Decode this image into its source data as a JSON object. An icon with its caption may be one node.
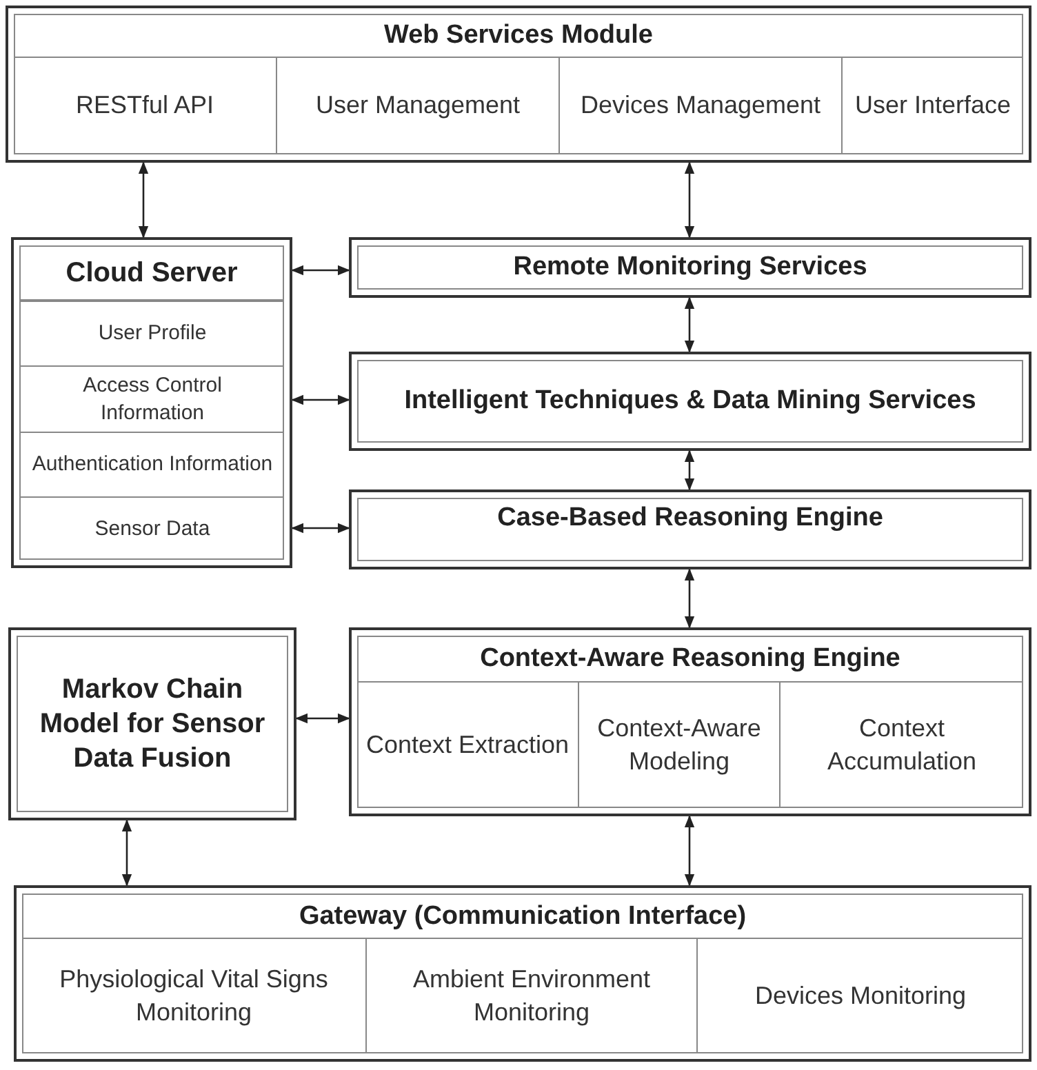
{
  "diagram": {
    "nodes": [
      {
        "text": [
          "Web Services Module"
        ]
      },
      {
        "text": [
          "RESTful API"
        ],
        "in": 0
      },
      {
        "text": [
          "User Management"
        ],
        "in": 0
      },
      {
        "text": [
          "Devices Management"
        ],
        "in": 0
      },
      {
        "text": [
          "User Interface"
        ],
        "in": 0
      },
      {
        "text": [
          "Cloud Server"
        ]
      },
      {
        "text": [
          "User Profile"
        ],
        "in": 5
      },
      {
        "text": [
          "Access Control Information"
        ],
        "in": 5
      },
      {
        "text": [
          "Authentication Information"
        ],
        "in": 5
      },
      {
        "text": [
          "Sensor Data"
        ],
        "in": 5
      },
      {
        "text": [
          "Remote Monitoring Services"
        ]
      },
      {
        "text": [
          "Intelligent Techniques & Data Mining Services"
        ]
      },
      {
        "text": [
          "Case-Based Reasoning Engine"
        ]
      },
      {
        "text": [
          "Markov Chain Model for Sensor Data Fusion"
        ]
      },
      {
        "text": [
          "Context-Aware Reasoning Engine"
        ]
      },
      {
        "text": [
          "Context Extraction"
        ],
        "in": 14
      },
      {
        "text": [
          "Context-Aware Modeling"
        ],
        "in": 14
      },
      {
        "text": [
          "Context Accumulation"
        ],
        "in": 14
      },
      {
        "text": [
          "Gateway (Communication Interface)"
        ]
      },
      {
        "text": [
          "Physiological Vital Signs Monitoring"
        ],
        "in": 18
      },
      {
        "text": [
          "Ambient Environment Monitoring"
        ],
        "in": 18
      },
      {
        "text": [
          "Devices Monitoring"
        ],
        "in": 18
      }
    ],
    "edges": [
      {
        "from": 0,
        "to": 5,
        "arrow": "both"
      },
      {
        "from": 0,
        "to": 10,
        "arrow": "both"
      },
      {
        "from": 5,
        "to": 10,
        "arrow": "both"
      },
      {
        "from": 10,
        "to": 11,
        "arrow": "both"
      },
      {
        "from": 5,
        "to": 11,
        "arrow": "both"
      },
      {
        "from": 11,
        "to": 12,
        "arrow": "both"
      },
      {
        "from": 5,
        "to": 12,
        "arrow": "both"
      },
      {
        "from": 12,
        "to": 14,
        "arrow": "both"
      },
      {
        "from": 13,
        "to": 14,
        "arrow": "both"
      },
      {
        "from": 13,
        "to": 18,
        "arrow": "both"
      },
      {
        "from": 14,
        "to": 18,
        "arrow": "both"
      }
    ]
  }
}
